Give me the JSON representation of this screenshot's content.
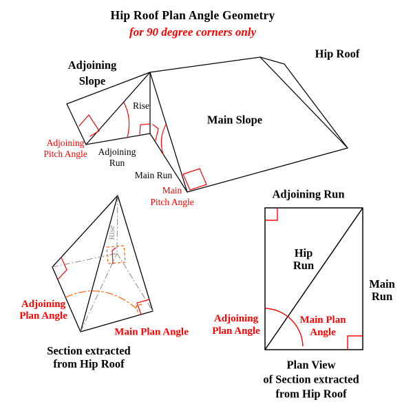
{
  "title": "Hip Roof Plan Angle Geometry",
  "subtitle": "for 90 degree corners only",
  "colors": {
    "line": "#000000",
    "red": "#ff0000",
    "orange": "#ff5e00",
    "gray": "#919191",
    "background": "#ffffff"
  },
  "roof3d": {
    "hip_roof_label": "Hip Roof",
    "adjoining_slope_label": "Adjoining\nSlope",
    "main_slope_label": "Main Slope",
    "rise_label": "Rise",
    "adjoining_pitch_angle_label": "Adjoining\nPitch Angle",
    "adjoining_run_label": "Adjoining\nRun",
    "main_run_label": "Main Run",
    "main_pitch_angle_label": "Main\nPitch Angle"
  },
  "section3d": {
    "rise_label": "Rise",
    "adjoining_plan_angle_label": "Adjoining\nPlan Angle",
    "main_plan_angle_label": "Main Plan Angle",
    "caption": "Section extracted\nfrom Hip Roof"
  },
  "plan_view": {
    "adjoining_run_label": "Adjoining Run",
    "hip_run_label": "Hip\nRun",
    "main_run_label": "Main\nRun",
    "adjoining_plan_angle_label": "Adjoining\nPlan Angle",
    "main_plan_angle_label": "Main Plan\nAngle",
    "caption": "Plan View\nof Section extracted\nfrom Hip Roof"
  }
}
